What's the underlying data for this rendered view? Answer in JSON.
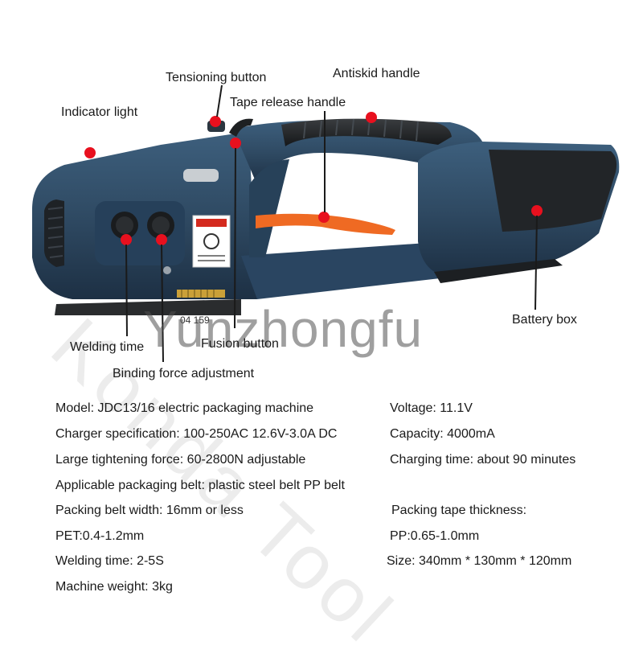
{
  "callouts": {
    "indicator_light": "Indicator light",
    "tensioning_button": "Tensioning button",
    "tape_release_handle": "Tape release handle",
    "antiskid_handle": "Antiskid handle",
    "battery_box": "Battery box",
    "welding_time": "Welding time",
    "fusion_button": "Fusion button",
    "binding_force_adjustment": "Binding force adjustment"
  },
  "watermarks": {
    "main": "Yunzhongfu",
    "diagonal": "Konda Tool"
  },
  "product_label": {
    "counter": "04 159"
  },
  "specs": {
    "model": "Model: JDC13/16 electric packaging machine",
    "voltage": "Voltage: 11.1V",
    "charger": "Charger specification: 100-250AC 12.6V-3.0A DC",
    "capacity": "Capacity: 4000mA",
    "force": "Large tightening force: 60-2800N adjustable",
    "charging_time": "Charging time: about 90 minutes",
    "belt": "Applicable packaging belt: plastic steel belt PP belt",
    "belt_width": "Packing belt width: 16mm or less",
    "tape_thickness": "Packing tape thickness:",
    "pet": "PET:0.4-1.2mm",
    "pp": "PP:0.65-1.0mm",
    "welding_time": "Welding time: 2-5S",
    "size": "Size: 340mm * 130mm * 120mm",
    "weight": "Machine weight: 3kg"
  },
  "colors": {
    "body": "#2f4a63",
    "body_dark": "#1f3347",
    "accent_orange": "#ef6a23",
    "marker_red": "#e8101e",
    "rubber": "#222528"
  }
}
